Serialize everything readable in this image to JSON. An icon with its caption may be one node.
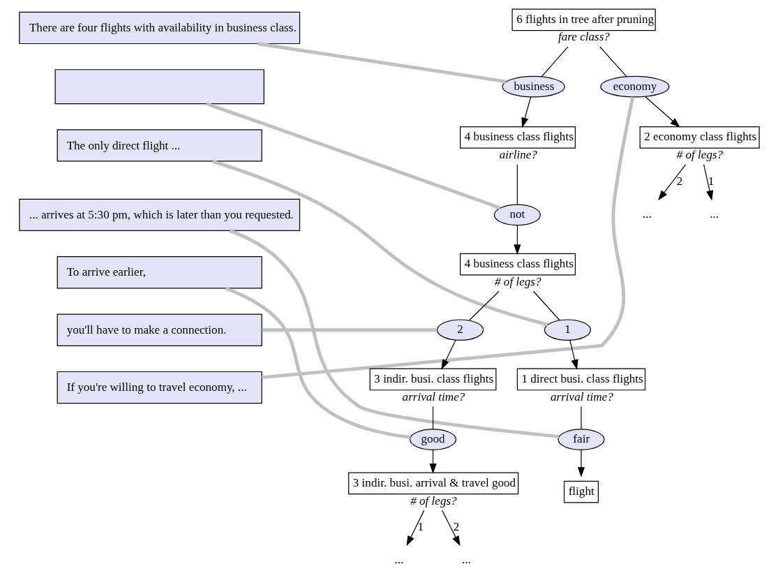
{
  "diagram": {
    "nodes": [
      {
        "text": [
          "There are four flights with availability in business class."
        ]
      },
      {
        "text": [],
        "shape": "box"
      },
      {
        "text": [
          "The only direct flight ..."
        ]
      },
      {
        "text": [
          "... arrives at 5:30 pm, which is later than you requested."
        ]
      },
      {
        "text": [
          "To arrive earlier,"
        ]
      },
      {
        "text": [
          "you'll have to make a connection."
        ]
      },
      {
        "text": [
          "If you're willing to travel economy, ..."
        ]
      },
      {
        "text": [
          "6 flights in tree after pruning"
        ],
        "beside": [
          "fare class?"
        ]
      },
      {
        "text": [
          "business"
        ]
      },
      {
        "text": [
          "economy"
        ]
      },
      {
        "text": [
          "4 business class flights"
        ],
        "beside": [
          "airline?"
        ]
      },
      {
        "text": [
          "2 economy class flights"
        ],
        "beside": [
          "# of legs?"
        ]
      },
      {
        "text": [
          "..."
        ]
      },
      {
        "text": [
          "..."
        ]
      },
      {
        "text": [
          "not"
        ]
      },
      {
        "text": [
          "4 business class flights"
        ],
        "beside": [
          "# of legs?"
        ]
      },
      {
        "text": [
          "1"
        ]
      },
      {
        "text": [
          "2"
        ]
      },
      {
        "text": [
          "1 direct busi. class flights"
        ],
        "beside": [
          "arrival time?"
        ]
      },
      {
        "text": [
          "3 indir. busi. class flights"
        ],
        "beside": [
          "arrival time?"
        ]
      },
      {
        "text": [
          "fair"
        ]
      },
      {
        "text": [
          "good"
        ]
      },
      {
        "text": [
          "flight"
        ]
      },
      {
        "text": [
          "3 indir. busi. arrival & travel good"
        ],
        "beside": [
          "# of legs?"
        ]
      },
      {
        "text": [
          "..."
        ]
      },
      {
        "text": [
          "..."
        ]
      }
    ],
    "edges": [
      {
        "from": 7,
        "to": 8,
        "arrow": "none"
      },
      {
        "from": 8,
        "to": 10,
        "arrow": "to"
      },
      {
        "from": 7,
        "to": 9,
        "arrow": "none"
      },
      {
        "from": 9,
        "to": 11,
        "arrow": "to"
      },
      {
        "from": 11,
        "to": 12,
        "arrow": "to",
        "label": "1"
      },
      {
        "from": 11,
        "to": 13,
        "arrow": "to",
        "label": "2"
      },
      {
        "from": 10,
        "to": 14,
        "arrow": "none"
      },
      {
        "from": 14,
        "to": 15,
        "arrow": "to"
      },
      {
        "from": 15,
        "to": 16,
        "arrow": "none"
      },
      {
        "from": 16,
        "to": 18,
        "arrow": "to"
      },
      {
        "from": 15,
        "to": 17,
        "arrow": "none"
      },
      {
        "from": 17,
        "to": 19,
        "arrow": "to"
      },
      {
        "from": 18,
        "to": 20,
        "arrow": "none"
      },
      {
        "from": 20,
        "to": 22,
        "arrow": "to"
      },
      {
        "from": 19,
        "to": 21,
        "arrow": "none"
      },
      {
        "from": 21,
        "to": 23,
        "arrow": "to"
      },
      {
        "from": 23,
        "to": 24,
        "arrow": "to",
        "label": "1"
      },
      {
        "from": 23,
        "to": 25,
        "arrow": "to",
        "label": "2"
      },
      {
        "from": 0,
        "to": 8,
        "arrow": "none",
        "style": "thick",
        "color": "#c0c0c0"
      },
      {
        "from": 1,
        "to": 14,
        "arrow": "none",
        "style": "thick",
        "color": "#c0c0c0"
      },
      {
        "from": 2,
        "to": 16,
        "arrow": "none",
        "style": "thick",
        "color": "#c0c0c0"
      },
      {
        "from": 3,
        "to": 20,
        "arrow": "none",
        "style": "thick",
        "color": "#c0c0c0"
      },
      {
        "from": 4,
        "to": 21,
        "arrow": "none",
        "style": "thick",
        "color": "#c0c0c0"
      },
      {
        "from": 5,
        "to": 17,
        "arrow": "none",
        "style": "thick",
        "color": "#c0c0c0"
      },
      {
        "from": 6,
        "to": 9,
        "arrow": "none",
        "style": "thick",
        "color": "#c0c0c0"
      }
    ]
  }
}
